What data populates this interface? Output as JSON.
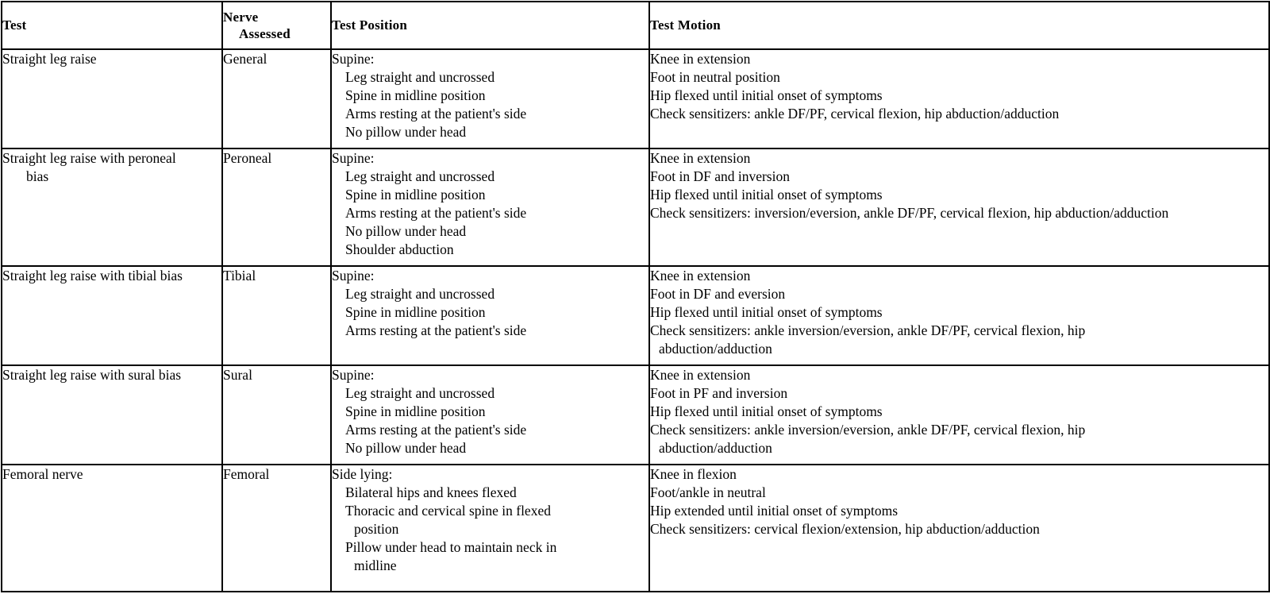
{
  "headers": {
    "test": "Test",
    "nerve_line1": "Nerve",
    "nerve_line2": "Assessed",
    "position": "Test Position",
    "motion": "Test Motion"
  },
  "rows": [
    {
      "test": "Straight leg raise",
      "test_cont": "",
      "nerve": "General",
      "position_head": "Supine:",
      "position_items": [
        "Leg straight and uncrossed",
        "Spine in midline position",
        "Arms resting at the patient's side",
        "No pillow under head"
      ],
      "motion_items": [
        "Knee in extension",
        "Foot in neutral position",
        "Hip flexed until initial onset of symptoms",
        "Check sensitizers: ankle DF/PF, cervical flexion, hip abduction/adduction"
      ]
    },
    {
      "test": "Straight leg raise with peroneal",
      "test_cont": "bias",
      "nerve": "Peroneal",
      "position_head": "Supine:",
      "position_items": [
        "Leg straight and uncrossed",
        "Spine in midline position",
        "Arms resting at the patient's side",
        "No pillow under head",
        "Shoulder abduction"
      ],
      "motion_items": [
        "Knee in extension",
        "Foot in DF and inversion",
        "Hip flexed until initial onset of symptoms",
        "Check sensitizers: inversion/eversion, ankle DF/PF, cervical flexion, hip abduction/adduction"
      ]
    },
    {
      "test": "Straight leg raise with tibial bias",
      "test_cont": "",
      "nerve": "Tibial",
      "position_head": "Supine:",
      "position_items": [
        "Leg straight and uncrossed",
        "Spine in midline position",
        "Arms resting at the patient's side"
      ],
      "motion_items": [
        "Knee in extension",
        "Foot in DF and eversion",
        "Hip flexed until initial onset of symptoms",
        "Check sensitizers: ankle inversion/eversion, ankle DF/PF, cervical flexion, hip"
      ],
      "motion_cont": "abduction/adduction"
    },
    {
      "test": "Straight leg raise with sural bias",
      "test_cont": "",
      "nerve": "Sural",
      "position_head": "Supine:",
      "position_items": [
        "Leg straight and uncrossed",
        "Spine in midline position",
        "Arms resting at the patient's side",
        "No pillow under head"
      ],
      "motion_items": [
        "Knee in extension",
        "Foot in PF and inversion",
        "Hip flexed until initial onset of symptoms",
        "Check sensitizers: ankle inversion/eversion, ankle DF/PF, cervical flexion, hip"
      ],
      "motion_cont": "abduction/adduction"
    },
    {
      "test": "Femoral nerve",
      "test_cont": "",
      "nerve": "Femoral",
      "position_head": "Side lying:",
      "position_items": [
        "Bilateral hips and knees flexed",
        "Thoracic and cervical spine in flexed",
        "Pillow under head to maintain neck in"
      ],
      "position_conts": [
        "",
        "position",
        "midline"
      ],
      "motion_items": [
        "Knee in flexion",
        "Foot/ankle in neutral",
        "Hip extended until initial onset of symptoms",
        "Check sensitizers: cervical flexion/extension, hip abduction/adduction"
      ]
    }
  ]
}
